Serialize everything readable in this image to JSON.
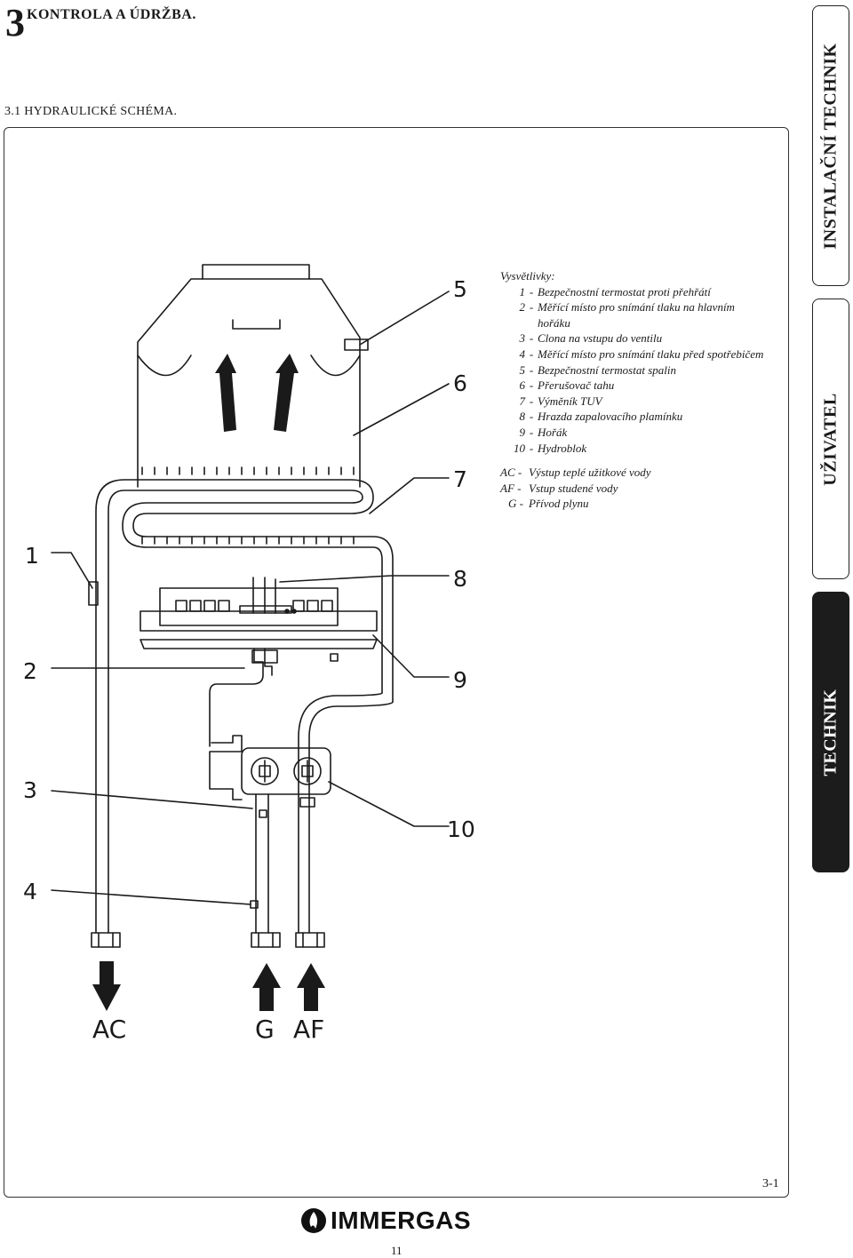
{
  "header": {
    "chapter_number": "3",
    "chapter_title": "KONTROLA A ÚDRŽBA.",
    "section_title": "3.1   HYDRAULICKÉ SCHÉMA."
  },
  "legend": {
    "title": "Vysvětlivky:",
    "items": [
      {
        "key": "1",
        "text": "Bezpečnostní termostat proti přehřátí"
      },
      {
        "key": "2",
        "text": "Měřící místo pro snímání tlaku na hlavním"
      },
      {
        "key": "",
        "text": "hořáku"
      },
      {
        "key": "3",
        "text": "Clona na vstupu do ventilu"
      },
      {
        "key": "4",
        "text": "Měřící místo pro snímání tlaku před spotřebičem"
      },
      {
        "key": "5",
        "text": "Bezpečnostní termostat spalin"
      },
      {
        "key": "6",
        "text": "Přerušovač tahu"
      },
      {
        "key": "7",
        "text": "Výměník TUV"
      },
      {
        "key": "8",
        "text": "Hrazda zapalovacího plamínku"
      },
      {
        "key": "9",
        "text": "Hořák"
      },
      {
        "key": "10",
        "text": "Hydroblok"
      }
    ],
    "connections": [
      {
        "key": "AC -",
        "text": "Výstup teplé užitkové vody"
      },
      {
        "key": "AF -",
        "text": "Vstup studené vody"
      },
      {
        "key": "G -",
        "text": "Přívod plynu"
      }
    ]
  },
  "diagram": {
    "callouts": [
      "1",
      "2",
      "3",
      "4",
      "5",
      "6",
      "7",
      "8",
      "9",
      "10"
    ],
    "outlets": [
      "AC",
      "G",
      "AF"
    ]
  },
  "side_tabs": [
    "INSTALAČNÍ TECHNIK",
    "UŽIVATEL",
    "TECHNIK"
  ],
  "footer": {
    "page_ref": "3-1",
    "logo": "IMMERGAS",
    "page_number": "11"
  },
  "colors": {
    "ink": "#1a1a1a",
    "dark_tab": "#1c1c1c"
  }
}
